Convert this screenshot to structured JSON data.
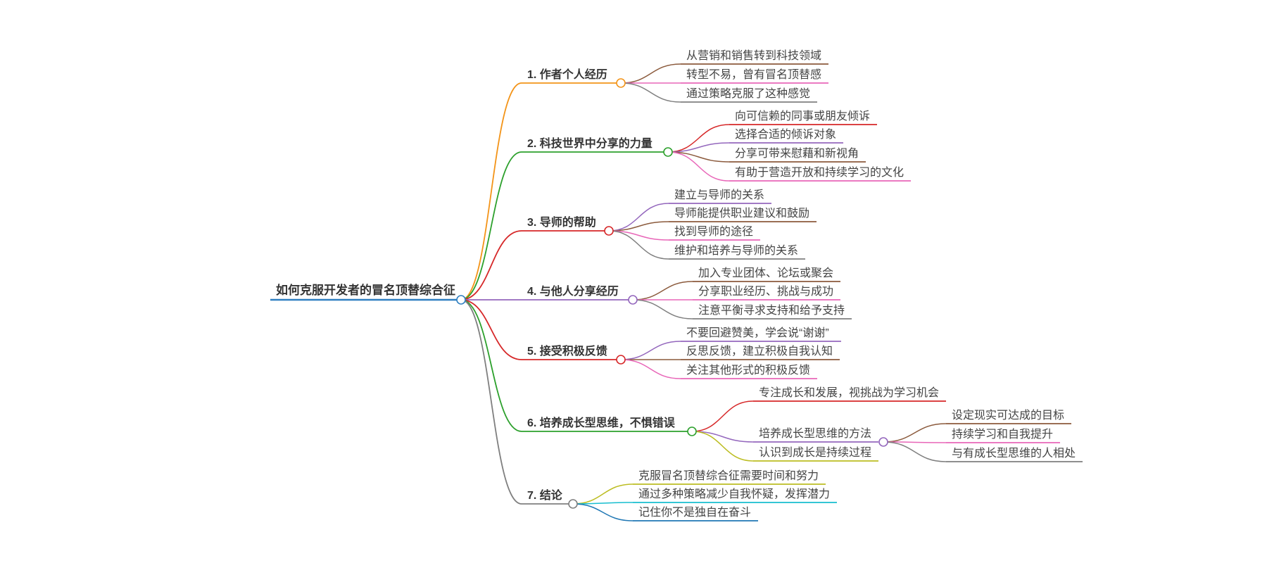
{
  "root": {
    "label": "如何克服开发者的冒名顶替综合征",
    "color": "#2f7fc1"
  },
  "branches": [
    {
      "label": "1. 作者个人经历",
      "color": "#f39419",
      "children": [
        {
          "label": "从营销和销售转到科技领域",
          "color": "#8b5a3c"
        },
        {
          "label": "转型不易，曾有冒名顶替感",
          "color": "#e866b8"
        },
        {
          "label": "通过策略克服了这种感觉",
          "color": "#7f7f7f"
        }
      ]
    },
    {
      "label": "2. 科技世界中分享的力量",
      "color": "#2ca02c",
      "children": [
        {
          "label": "向可信赖的同事或朋友倾诉",
          "color": "#d62728"
        },
        {
          "label": "选择合适的倾诉对象",
          "color": "#9467bd"
        },
        {
          "label": "分享可带来慰藉和新视角",
          "color": "#8b5a3c"
        },
        {
          "label": "有助于营造开放和持续学习的文化",
          "color": "#e866b8"
        }
      ]
    },
    {
      "label": "3. 导师的帮助",
      "color": "#d62728",
      "children": [
        {
          "label": "建立与导师的关系",
          "color": "#9467bd"
        },
        {
          "label": "导师能提供职业建议和鼓励",
          "color": "#8b5a3c"
        },
        {
          "label": "找到导师的途径",
          "color": "#e866b8"
        },
        {
          "label": "维护和培养与导师的关系",
          "color": "#7f7f7f"
        }
      ]
    },
    {
      "label": "4. 与他人分享经历",
      "color": "#9467bd",
      "children": [
        {
          "label": "加入专业团体、论坛或聚会",
          "color": "#8b5a3c"
        },
        {
          "label": "分享职业经历、挑战与成功",
          "color": "#e866b8"
        },
        {
          "label": "注意平衡寻求支持和给予支持",
          "color": "#7f7f7f"
        }
      ]
    },
    {
      "label": "5. 接受积极反馈",
      "color": "#d62728",
      "children": [
        {
          "label": "不要回避赞美，学会说“谢谢”",
          "color": "#9467bd"
        },
        {
          "label": "反思反馈，建立积极自我认知",
          "color": "#8b5a3c"
        },
        {
          "label": "关注其他形式的积极反馈",
          "color": "#e866b8"
        }
      ]
    },
    {
      "label": "6. 培养成长型思维，不惧错误",
      "color": "#2ca02c",
      "children": [
        {
          "label": "专注成长和发展，视挑战为学习机会",
          "color": "#d62728"
        },
        {
          "label": "培养成长型思维的方法",
          "color": "#9467bd",
          "children": [
            {
              "label": "设定现实可达成的目标",
              "color": "#8b5a3c"
            },
            {
              "label": "持续学习和自我提升",
              "color": "#e866b8"
            },
            {
              "label": "与有成长型思维的人相处",
              "color": "#7f7f7f"
            }
          ]
        },
        {
          "label": "认识到成长是持续过程",
          "color": "#bcbd22"
        }
      ]
    },
    {
      "label": "7. 结论",
      "color": "#7f7f7f",
      "children": [
        {
          "label": "克服冒名顶替综合征需要时间和努力",
          "color": "#bcbd22"
        },
        {
          "label": "通过多种策略减少自我怀疑，发挥潜力",
          "color": "#17becf"
        },
        {
          "label": "记住你不是独自在奋斗",
          "color": "#1f77b4"
        }
      ]
    }
  ]
}
